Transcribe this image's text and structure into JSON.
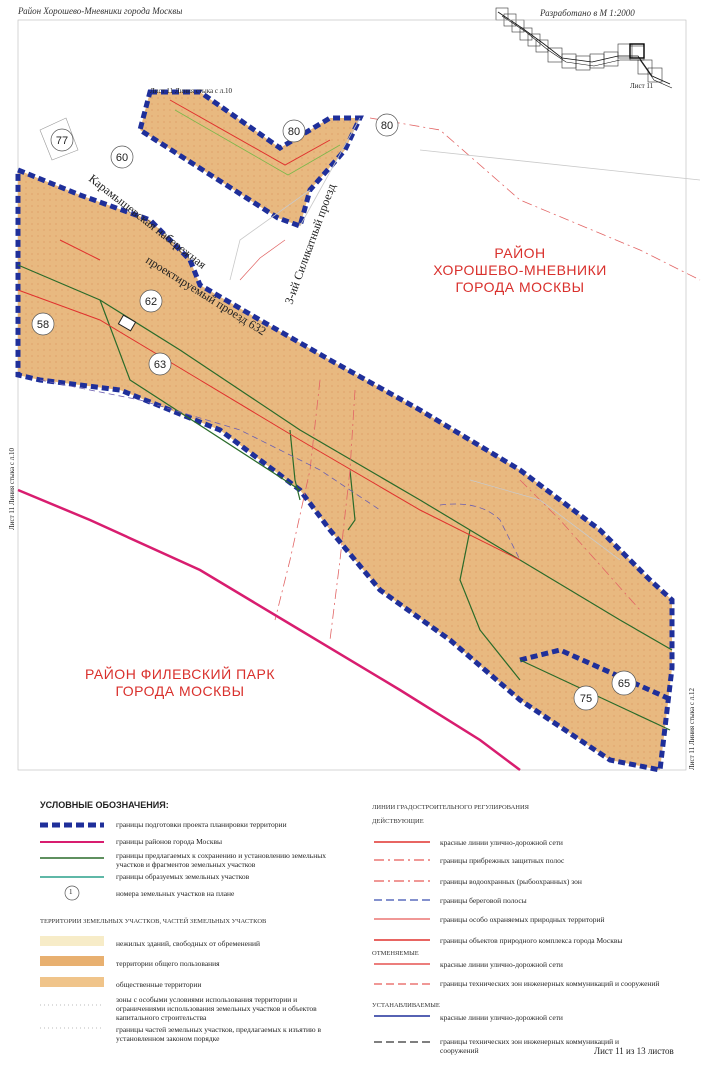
{
  "header": {
    "title": "Район Хорошево-Мневники города Москвы",
    "scale": "Разработано в М 1:2000",
    "index_sheet_label": "Лист 11",
    "joint_top": "Лист 11  Линия стыка с л.10",
    "joint_left": "Лист 11  Линия стыка с л.10",
    "joint_right": "Лист 11  Линия стыка с л.12"
  },
  "map": {
    "district_north": [
      "РАЙОН",
      "ХОРОШЕВО-МНЕВНИКИ",
      "ГОРОДА МОСКВЫ"
    ],
    "district_south": [
      "РАЙОН ФИЛЕВСКИЙ ПАРК",
      "ГОРОДА МОСКВЫ"
    ],
    "street_embankment": "Карамышевская набережная",
    "street_project": "проектируемый проезд 632",
    "street_silicate": "3-ий Силикатный проезд",
    "parcels": [
      "77",
      "60",
      "80",
      "80",
      "62",
      "58",
      "63",
      "75",
      "65"
    ],
    "colors": {
      "parcel_fill": "#e8b980",
      "plan_border": "#1f2f9a",
      "district_border": "#d81d6f",
      "red_line": "#e0322e",
      "green_line": "#2a6b2a"
    }
  },
  "legend": {
    "title": "УСЛОВНЫЕ ОБОЗНАЧЕНИЯ:",
    "left_items": [
      "границы подготовки проекта планировки территории",
      "границы районов города Москвы",
      "границы предлагаемых к сохранению и установлению земельных участков и фрагментов земельных участков",
      "границы образуемых земельных участков",
      "номера земельных участков на плане"
    ],
    "parcel_number_sample": "1",
    "territories_header": "ТЕРРИТОРИИ ЗЕМЕЛЬНЫХ УЧАСТКОВ, ЧАСТЕЙ ЗЕМЕЛЬНЫХ УЧАСТКОВ",
    "territory_items": [
      "нежилых зданий, свободных от обременений",
      "территории общего пользования",
      "общественные территории",
      "зоны с особыми условиями использования территории и ограничениями использования земельных участков и объектов капитального строительства",
      "границы частей земельных участков, предлагаемых к изъятию в установленном законом порядке"
    ],
    "right_header": "ЛИНИИ ГРАДОСТРОИТЕЛЬНОГО РЕГУЛИРОВАНИЯ",
    "acting_header": "ДЕЙСТВУЮЩИЕ",
    "acting_items": [
      "красные линии улично-дорожной сети",
      "границы прибрежных защитных полос",
      "границы водоохранных (рыбоохранных) зон",
      "границы береговой полосы",
      "границы особо охраняемых природных территорий",
      "границы объектов природного комплекса города Москвы"
    ],
    "cancelled_header": "ОТМЕНЯЕМЫЕ",
    "cancelled_items": [
      "красные линии улично-дорожной сети",
      "границы технических зон инженерных коммуникаций и сооружений"
    ],
    "established_header": "УСТАНАВЛИВАЕМЫЕ",
    "established_items": [
      "красные линии улично-дорожной сети",
      "границы технических зон инженерных коммуникаций и сооружений"
    ],
    "sheet_count": "Лист 11 из 13 листов"
  }
}
